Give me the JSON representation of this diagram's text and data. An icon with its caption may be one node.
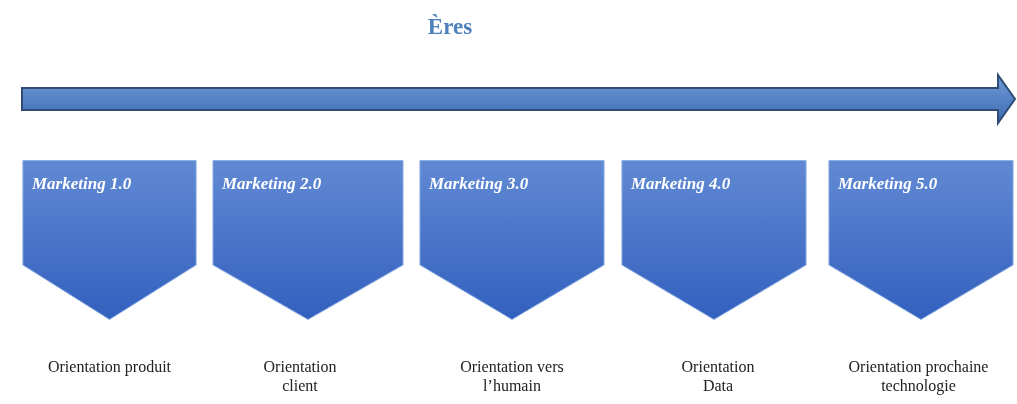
{
  "diagram": {
    "title": "Ères",
    "nodes": [
      {
        "text": [
          "Marketing 1.0"
        ],
        "beside": [
          "Orientation produit"
        ]
      },
      {
        "text": [
          "Marketing 2.0"
        ],
        "beside": [
          "Orientation client"
        ]
      },
      {
        "text": [
          "Marketing 3.0"
        ],
        "beside": [
          "Orientation vers l’humain"
        ]
      },
      {
        "text": [
          "Marketing 4.0"
        ],
        "beside": [
          "Orientation Data"
        ]
      },
      {
        "text": [
          "Marketing 5.0"
        ],
        "beside": [
          "Orientation prochaine technologie"
        ]
      }
    ]
  }
}
